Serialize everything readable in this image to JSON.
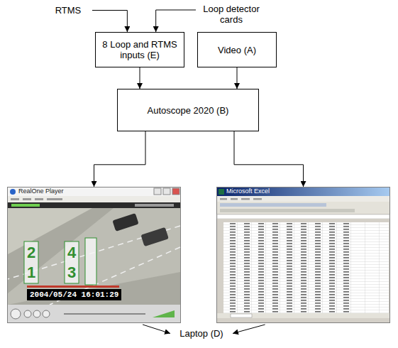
{
  "diagram": {
    "nodes": [
      {
        "text": [
          "RTMS"
        ]
      },
      {
        "text": [
          "Loop detector cards"
        ]
      },
      {
        "text": [
          "8 Loop and RTMS inputs (E)"
        ]
      },
      {
        "text": [
          "Video (A)"
        ]
      },
      {
        "text": [
          "Autoscope 2020 (B)"
        ]
      },
      {
        "text": [
          "RealOne Player",
          "2",
          "4",
          "1",
          "3",
          "2004/05/24 16:01:29"
        ]
      },
      {
        "text": [
          "Microsoft Excel"
        ]
      },
      {
        "text": [
          "Laptop (D)"
        ]
      }
    ],
    "edges": [
      {
        "from": 0,
        "to": 2,
        "arrow": "to"
      },
      {
        "from": 1,
        "to": 2,
        "arrow": "to"
      },
      {
        "from": 2,
        "to": 4,
        "arrow": "to"
      },
      {
        "from": 3,
        "to": 4,
        "arrow": "to"
      },
      {
        "from": 4,
        "to": 5,
        "arrow": "to"
      },
      {
        "from": 4,
        "to": 6,
        "arrow": "to"
      },
      {
        "from": 5,
        "to": 7,
        "arrow": "to"
      },
      {
        "from": 6,
        "to": 7,
        "arrow": "to"
      }
    ]
  }
}
